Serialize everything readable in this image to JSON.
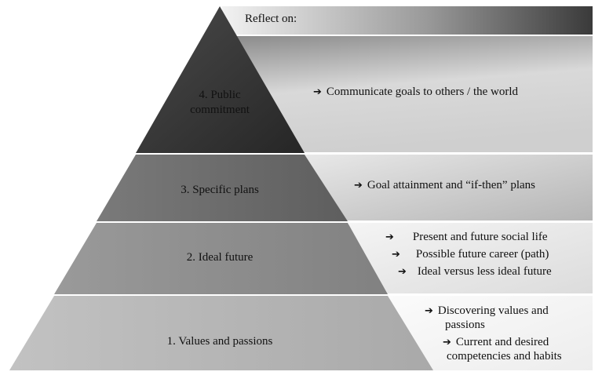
{
  "header": {
    "label": "Reflect on:"
  },
  "levels": [
    {
      "label": "1. Values and passions",
      "bullets": [
        {
          "text": "Discovering values and",
          "cont": "passions"
        },
        {
          "text": "Current and desired",
          "cont": "competencies and habits"
        }
      ]
    },
    {
      "label": "2. Ideal future",
      "bullets": [
        {
          "text": "Present and future social life"
        },
        {
          "text": "Possible future career (path)"
        },
        {
          "text": "Ideal versus less ideal future"
        }
      ]
    },
    {
      "label": "3. Specific plans",
      "bullets": [
        {
          "text": "Goal attainment and “if-then” plans"
        }
      ]
    },
    {
      "label_line1": "4. Public",
      "label_line2": "commitment",
      "bullets": [
        {
          "text": "Communicate goals to others / the world"
        }
      ]
    }
  ],
  "colors": {
    "level1": "#b8b8b8",
    "level2": "#8f8f8f",
    "level3": "#6c6c6c",
    "level4": "#3a3a3a"
  }
}
